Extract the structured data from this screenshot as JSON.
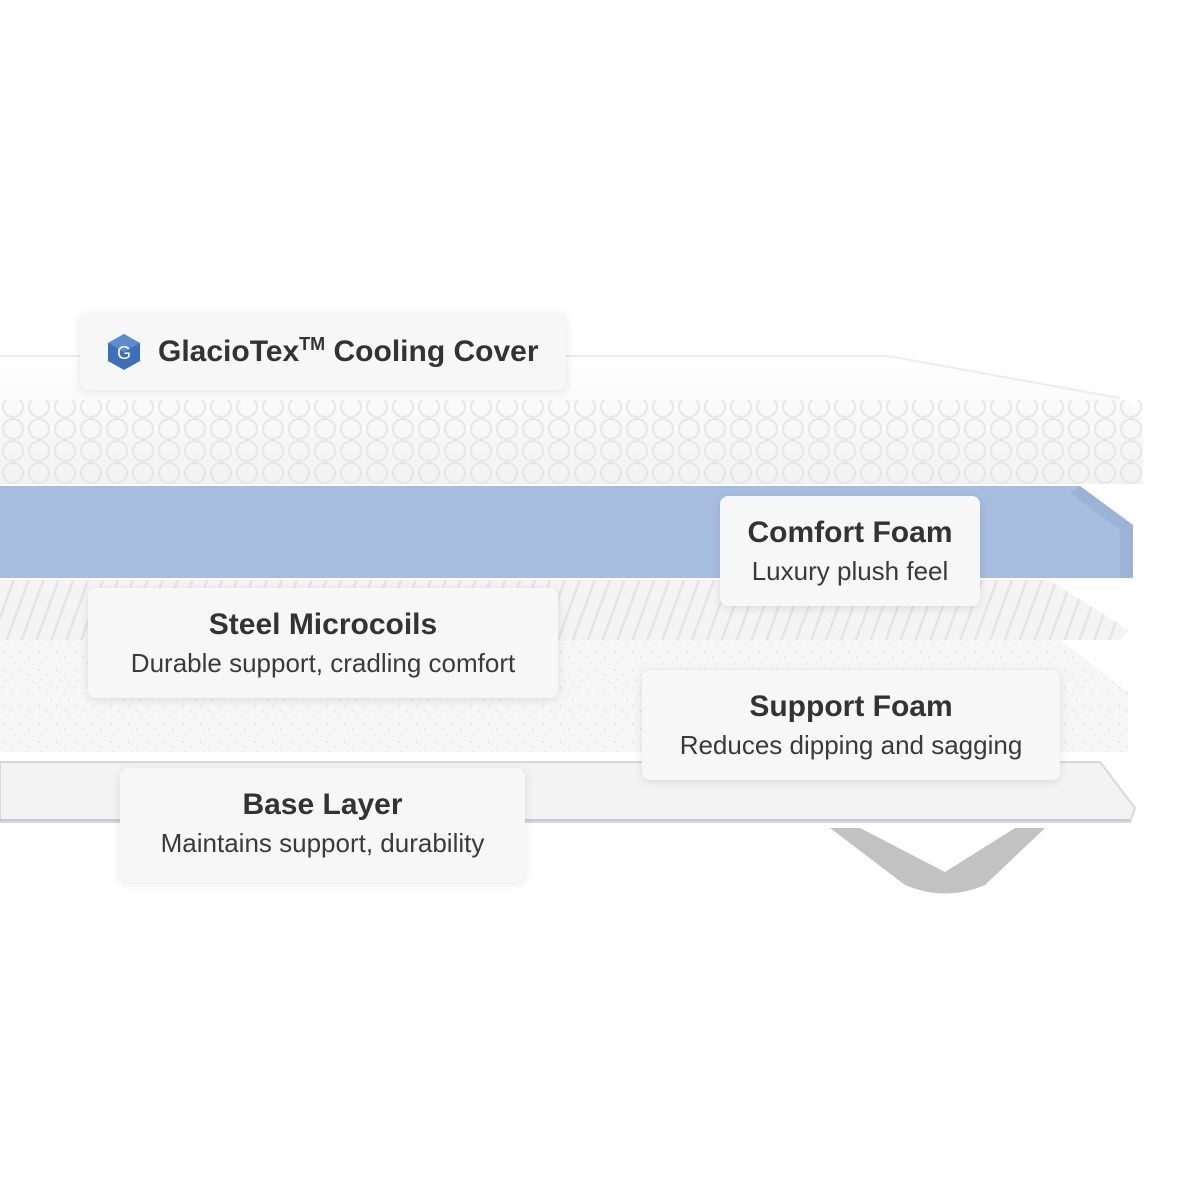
{
  "colors": {
    "comfort_foam": "#a7bde0",
    "cover": "#f4f4f4",
    "badge": "#3c6fb5",
    "strap": "#bdbdbd"
  },
  "layers": {
    "cover": {
      "icon": "hexagon-g-badge-icon",
      "badge_letter": "G",
      "brand": "GlacioTex",
      "trademark": "TM",
      "title": "Cooling Cover"
    },
    "comfort_foam": {
      "title": "Comfort Foam",
      "subtitle": "Luxury plush feel"
    },
    "microcoils": {
      "title": "Steel Microcoils",
      "subtitle": "Durable support, cradling comfort"
    },
    "support_foam": {
      "title": "Support Foam",
      "subtitle": "Reduces dipping and sagging"
    },
    "base_layer": {
      "title": "Base Layer",
      "subtitle": "Maintains support, durability"
    }
  }
}
